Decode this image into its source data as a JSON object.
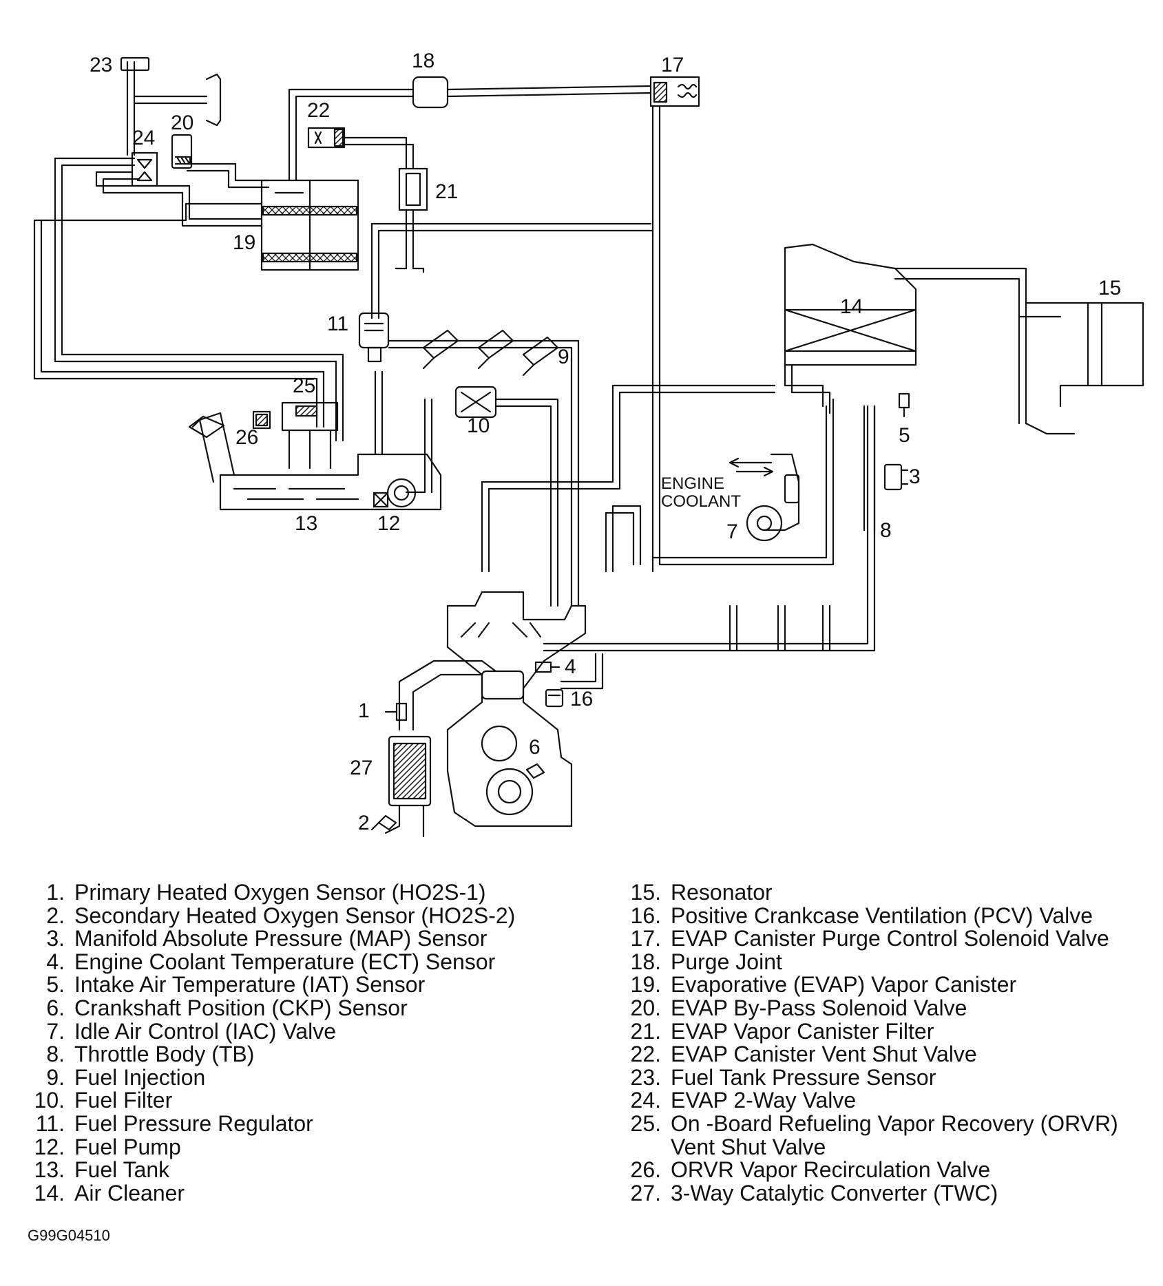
{
  "diagram": {
    "callouts": [
      "1",
      "2",
      "3",
      "4",
      "5",
      "6",
      "7",
      "8",
      "9",
      "10",
      "11",
      "12",
      "13",
      "14",
      "15",
      "16",
      "17",
      "18",
      "19",
      "20",
      "21",
      "22",
      "23",
      "24",
      "25",
      "26",
      "27"
    ],
    "annotation_line1": "ENGINE",
    "annotation_line2": "COOLANT"
  },
  "legend": {
    "left": [
      {
        "num": "1.",
        "text": "Primary Heated Oxygen Sensor (HO2S-1)"
      },
      {
        "num": "2.",
        "text": "Secondary Heated Oxygen Sensor (HO2S-2)"
      },
      {
        "num": "3.",
        "text": "Manifold Absolute Pressure (MAP) Sensor"
      },
      {
        "num": "4.",
        "text": "Engine Coolant Temperature (ECT) Sensor"
      },
      {
        "num": "5.",
        "text": "Intake Air Temperature (IAT) Sensor"
      },
      {
        "num": "6.",
        "text": "Crankshaft Position (CKP) Sensor"
      },
      {
        "num": "7.",
        "text": "Idle Air Control (IAC) Valve"
      },
      {
        "num": "8.",
        "text": "Throttle Body (TB)"
      },
      {
        "num": "9.",
        "text": "Fuel Injection"
      },
      {
        "num": "10.",
        "text": "Fuel Filter"
      },
      {
        "num": "11.",
        "text": "Fuel Pressure Regulator"
      },
      {
        "num": "12.",
        "text": "Fuel Pump"
      },
      {
        "num": "13.",
        "text": "Fuel Tank"
      },
      {
        "num": "14.",
        "text": "Air Cleaner"
      }
    ],
    "right": [
      {
        "num": "15.",
        "text": "Resonator"
      },
      {
        "num": "16.",
        "text": "Positive Crankcase Ventilation (PCV) Valve"
      },
      {
        "num": "17.",
        "text": "EVAP Canister Purge Control Solenoid Valve"
      },
      {
        "num": "18.",
        "text": "Purge Joint"
      },
      {
        "num": "19.",
        "text": "Evaporative (EVAP) Vapor Canister"
      },
      {
        "num": "20.",
        "text": "EVAP By-Pass Solenoid Valve"
      },
      {
        "num": "21.",
        "text": "EVAP Vapor Canister Filter"
      },
      {
        "num": "22.",
        "text": "EVAP Canister Vent Shut Valve"
      },
      {
        "num": "23.",
        "text": "Fuel Tank Pressure Sensor"
      },
      {
        "num": "24.",
        "text": "EVAP 2-Way Valve"
      },
      {
        "num": "25.",
        "text": "On -Board Refueling Vapor Recovery (ORVR)"
      },
      {
        "num": "",
        "text": "Vent Shut Valve"
      },
      {
        "num": "26.",
        "text": "ORVR Vapor Recirculation Valve"
      },
      {
        "num": "27.",
        "text": "3-Way Catalytic Converter (TWC)"
      }
    ]
  },
  "figure_code": "G99G04510"
}
